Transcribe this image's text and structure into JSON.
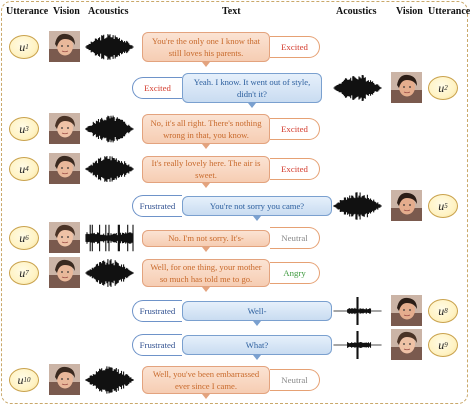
{
  "headers": {
    "utterance_left": "Utterance",
    "vision_left": "Vision",
    "acoustics_left": "Acoustics",
    "text": "Text",
    "acoustics_right": "Acoustics",
    "vision_right": "Vision",
    "utterance_right": "Utterance"
  },
  "utterances": [
    {
      "id": "u",
      "sub": "1",
      "side": "left",
      "text": "You're the only one I know that still loves his parents.",
      "emotion": "Excited",
      "emotion_color": "#d33a2c"
    },
    {
      "id": "u",
      "sub": "2",
      "side": "right",
      "text": "Yeah. I know. It went out of style, didn't it?",
      "emotion": "Excited",
      "emotion_color": "#d33a2c"
    },
    {
      "id": "u",
      "sub": "3",
      "side": "left",
      "text": "No, it's all right. There's nothing wrong in that, you know.",
      "emotion": "Excited",
      "emotion_color": "#d33a2c"
    },
    {
      "id": "u",
      "sub": "4",
      "side": "left",
      "text": "It's really lovely here. The air is sweet.",
      "emotion": "Excited",
      "emotion_color": "#d33a2c"
    },
    {
      "id": "u",
      "sub": "5",
      "side": "right",
      "text": "You're not sorry you came?",
      "emotion": "Frustrated",
      "emotion_color": "#2f4f8f"
    },
    {
      "id": "u",
      "sub": "6",
      "side": "left",
      "text": "No. I'm not sorry. It's-",
      "emotion": "Neutral",
      "emotion_color": "#888888"
    },
    {
      "id": "u",
      "sub": "7",
      "side": "left",
      "text": "Well, for one thing, your mother so much has told me to go.",
      "emotion": "Angry",
      "emotion_color": "#3d9a3d"
    },
    {
      "id": "u",
      "sub": "8",
      "side": "right",
      "text": "Well-",
      "emotion": "Frustrated",
      "emotion_color": "#2f4f8f"
    },
    {
      "id": "u",
      "sub": "9",
      "side": "right",
      "text": "What?",
      "emotion": "Frustrated",
      "emotion_color": "#2f4f8f"
    },
    {
      "id": "u",
      "sub": "10",
      "side": "left",
      "text": "Well, you've been embarrassed ever since I came.",
      "emotion": "Neutral",
      "emotion_color": "#888888"
    }
  ],
  "colors": {
    "frame_border": "#c9a86a",
    "left_bubble": "#f6cdb3",
    "right_bubble": "#c9dcf1"
  }
}
